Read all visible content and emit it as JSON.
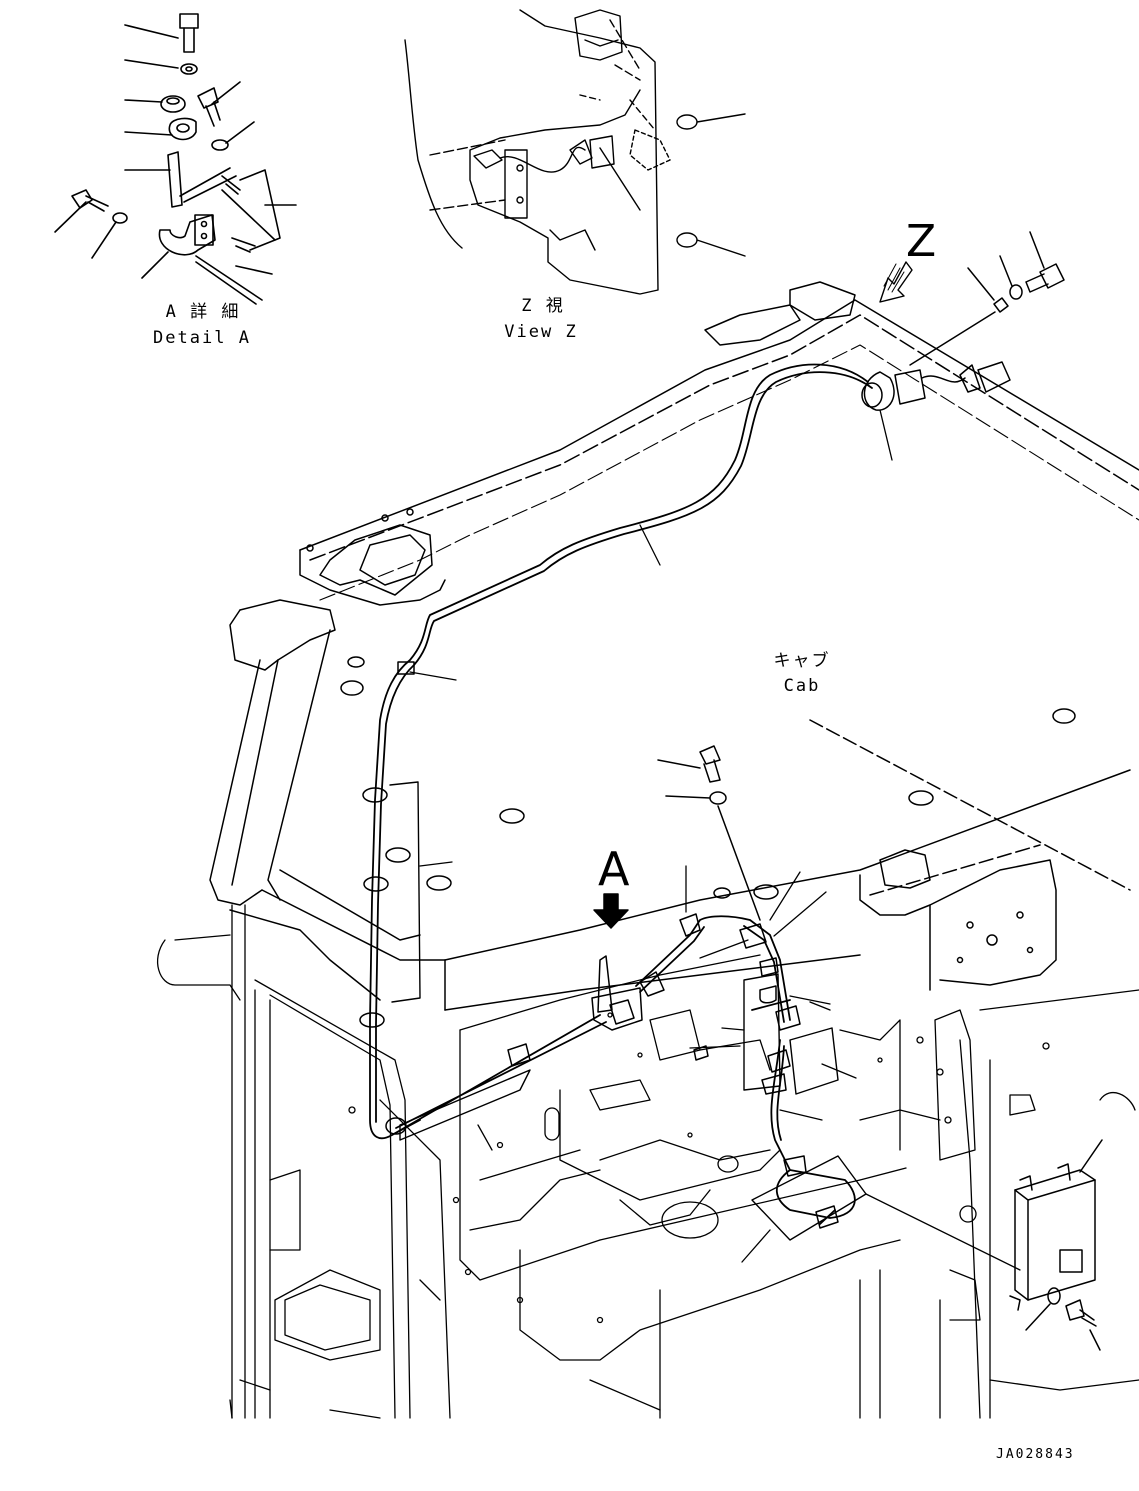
{
  "detail_a": {
    "jp": "A 詳 細",
    "en": "Detail A"
  },
  "view_z": {
    "jp": "Z 視",
    "en": "View Z"
  },
  "cab": {
    "jp": "キャブ",
    "en": "Cab"
  },
  "marker_a": "A",
  "marker_z": "Z",
  "drawing_code": "JA028843"
}
